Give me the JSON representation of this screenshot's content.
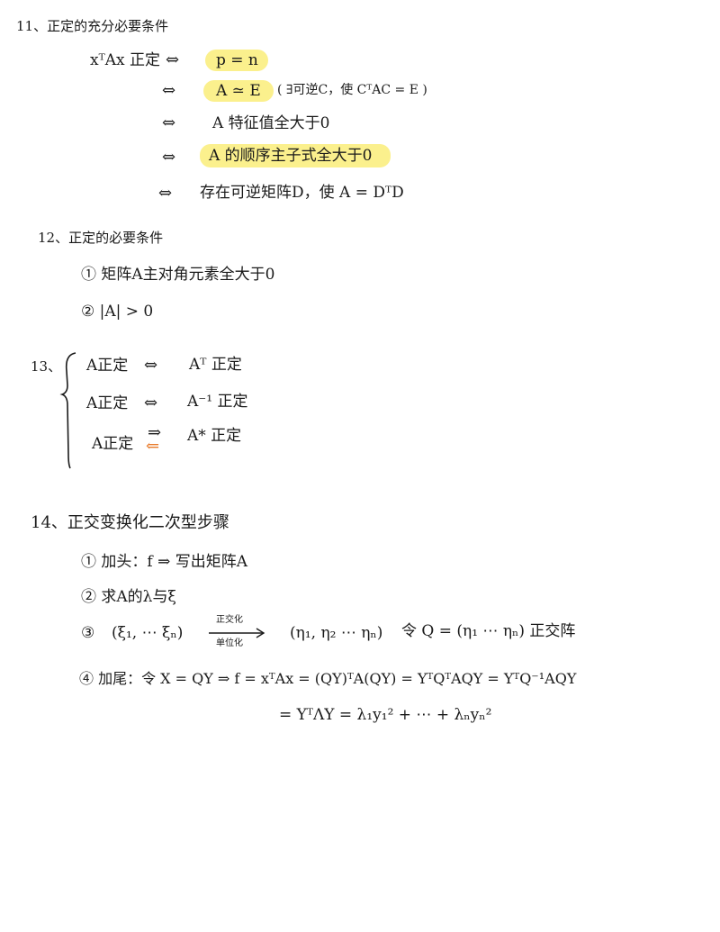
{
  "s11": {
    "title": "11、正定的充分必要条件",
    "lhs": "xᵀAx 正定",
    "arrow": "⇔",
    "r1": "p = n",
    "r2": "A ≃ E",
    "r2_note": "( ∃可逆C，使 CᵀAC = E )",
    "r3": "A 特征值全大于0",
    "r4": "A 的顺序主子式全大于0",
    "r5": "存在可逆矩阵D，使 A = DᵀD"
  },
  "s12": {
    "title": "12、正定的必要条件",
    "item1": "① 矩阵A主对角元素全大于0",
    "item2": "② |A| > 0"
  },
  "s13": {
    "number": "13、",
    "row1_left": "A正定",
    "row1_arrow": "⇔",
    "row1_right": "Aᵀ 正定",
    "row2_left": "A正定",
    "row2_arrow": "⇔",
    "row2_right": "A⁻¹ 正定",
    "row3_left": "A正定",
    "row3_arrow_right": "⇒",
    "row3_arrow_left": "⇐",
    "row3_right": "A* 正定",
    "accent_color": "#e87a2a"
  },
  "s14": {
    "title": "14、正交变换化二次型步骤",
    "step1": "① 加头：f ⇒ 写出矩阵A",
    "step2": "② 求A的λ与ξ",
    "step3_prefix": "③",
    "step3_left": "(ξ₁, ⋯ ξₙ)",
    "step3_over": "正交化",
    "step3_under": "单位化",
    "step3_right": "(η₁, η₂ ⋯ ηₙ)",
    "step3_q": "令 Q = (η₁ ⋯ ηₙ) 正交阵",
    "step4_line1": "④ 加尾：令 X = QY  ⇒ f = xᵀAx = (QY)ᵀA(QY) = YᵀQᵀAQY = YᵀQ⁻¹AQY",
    "step4_line2": "= YᵀΛY = λ₁y₁² + ⋯ + λₙyₙ²"
  }
}
